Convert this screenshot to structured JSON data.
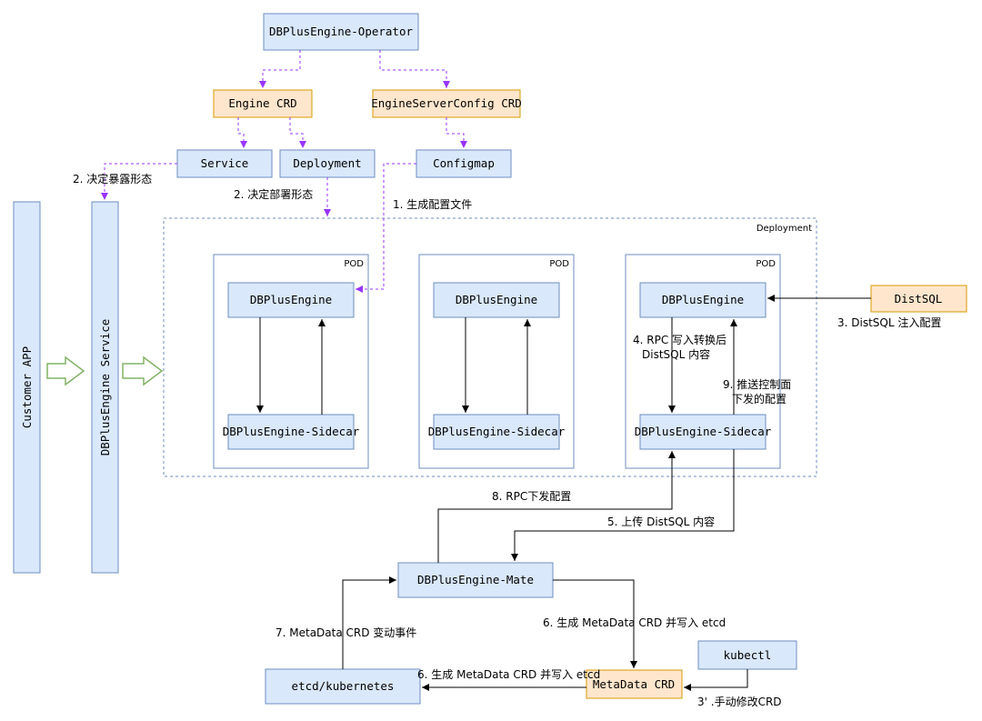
{
  "nodes": {
    "operator": "DBPlusEngine-Operator",
    "engine_crd": "Engine CRD",
    "server_config_crd": "EngineServerConfig CRD",
    "service": "Service",
    "deployment": "Deployment",
    "configmap": "Configmap",
    "customer_app": "Customer APP",
    "engine_service": "DBPlusEngine Service",
    "engine_1": "DBPlusEngine",
    "engine_2": "DBPlusEngine",
    "engine_3": "DBPlusEngine",
    "sidecar_1": "DBPlusEngine-Sidecar",
    "sidecar_2": "DBPlusEngine-Sidecar",
    "sidecar_3": "DBPlusEngine-Sidecar",
    "distsql": "DistSQL",
    "mate": "DBPlusEngine-Mate",
    "etcd": "etcd/kubernetes",
    "metadata_crd": "MetaData CRD",
    "kubectl": "kubectl"
  },
  "containers": {
    "deployment": "Deployment",
    "pod_1": "POD",
    "pod_2": "POD",
    "pod_3": "POD"
  },
  "labels": {
    "decide_expose": "2. 决定暴露形态",
    "decide_deploy": "2. 决定部署形态",
    "gen_config": "1. 生成配置文件",
    "distsql_inject": "3. DistSQL 注入配置",
    "rpc_write_1": "4. RPC 写入转换后",
    "rpc_write_2": "DistSQL 内容",
    "push_1": "9. 推送控制面",
    "push_2": "下发的配置",
    "rpc_push": "8. RPC下发配置",
    "upload": "5. 上传 DistSQL 内容",
    "change_event": "7. MetaData CRD 变动事件",
    "gen_meta_1": "6. 生成 MetaData CRD 并写入 etcd",
    "gen_meta_2": "6. 生成 MetaData CRD 并写入 etcd",
    "manual": "3' .手动修改CRD"
  }
}
